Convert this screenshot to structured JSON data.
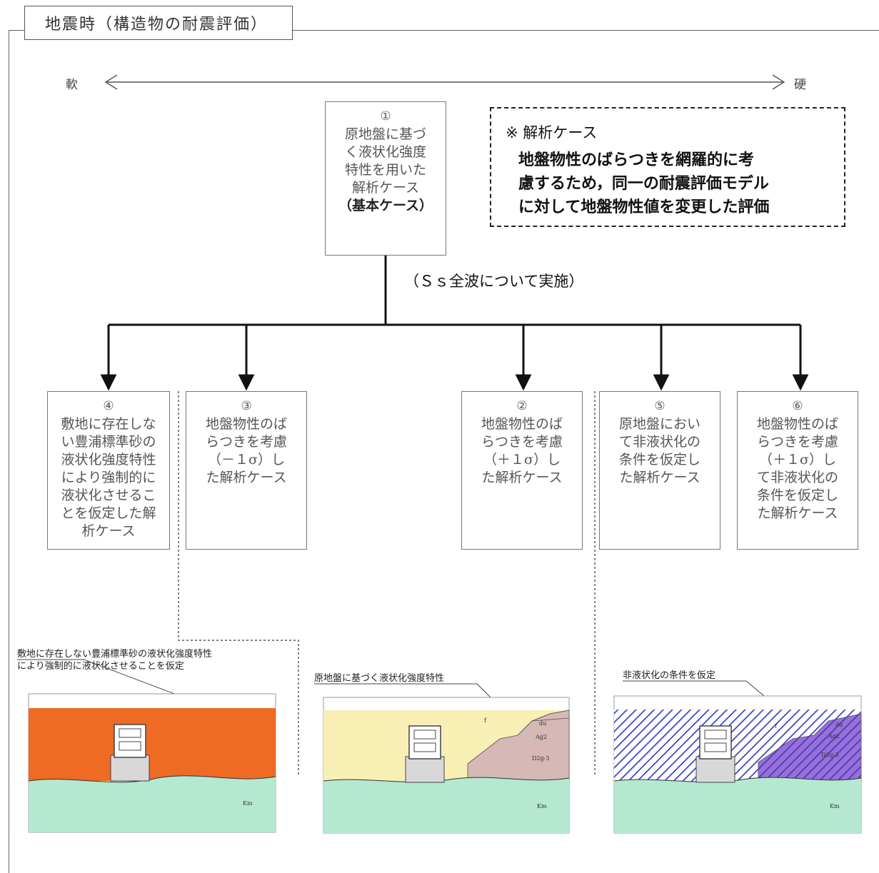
{
  "title": "地震時（構造物の耐震評価）",
  "scale": {
    "left": "軟",
    "right": "硬"
  },
  "basic_case": {
    "number": "①",
    "text": "原地盤に基づ\nく液状化強度\n特性を用いた\n解析ケース",
    "emphasis": "（基本ケース）"
  },
  "note": {
    "title": "※ 解析ケース",
    "text": "地盤物性のばらつきを網羅的に考\n慮するため，同一の耐震評価モデル\nに対して地盤物性値を変更した評価"
  },
  "caption": "（Ｓｓ全波について実施）",
  "cases": [
    {
      "number": "④",
      "text": "敷地に存在しな\nい豊浦標準砂の\n液状化強度特性\nにより強制的に\n液状化させるこ\nとを仮定した解\n析ケース"
    },
    {
      "number": "③",
      "text": "地盤物性のば\nらつきを考慮\n（－１σ）し\nた解析ケース"
    },
    {
      "number": "②",
      "text": "地盤物性のば\nらつきを考慮\n（＋１σ）し\nた解析ケース"
    },
    {
      "number": "⑤",
      "text": "原地盤におい\nて非液状化の\n条件を仮定し\nた解析ケース"
    },
    {
      "number": "⑥",
      "text": "地盤物性のば\nらつきを考慮\n（＋１σ）し\nて非液状化の\n条件を仮定し\nた解析ケース"
    }
  ],
  "sections": [
    {
      "label": "敷地に存在しない豊浦標準砂の液状化強度特性\nにより強制的に液状化させることを仮定",
      "layer_label": "Km"
    },
    {
      "label": "原地盤に基づく液状化強度特性",
      "layers": [
        "f",
        "du",
        "Ag2",
        "D2g-3",
        "Km"
      ]
    },
    {
      "label": "非液状化の条件を仮定",
      "layers": [
        "f",
        "du",
        "Ag2",
        "D2g-3",
        "Km"
      ]
    }
  ],
  "colors": {
    "liquefied": "#ef6a22",
    "fill_soil": "#f7efb4",
    "gravel": "#d6b8b6",
    "bedrock": "#b4e8d1",
    "hatch": "#3a3fc0"
  }
}
